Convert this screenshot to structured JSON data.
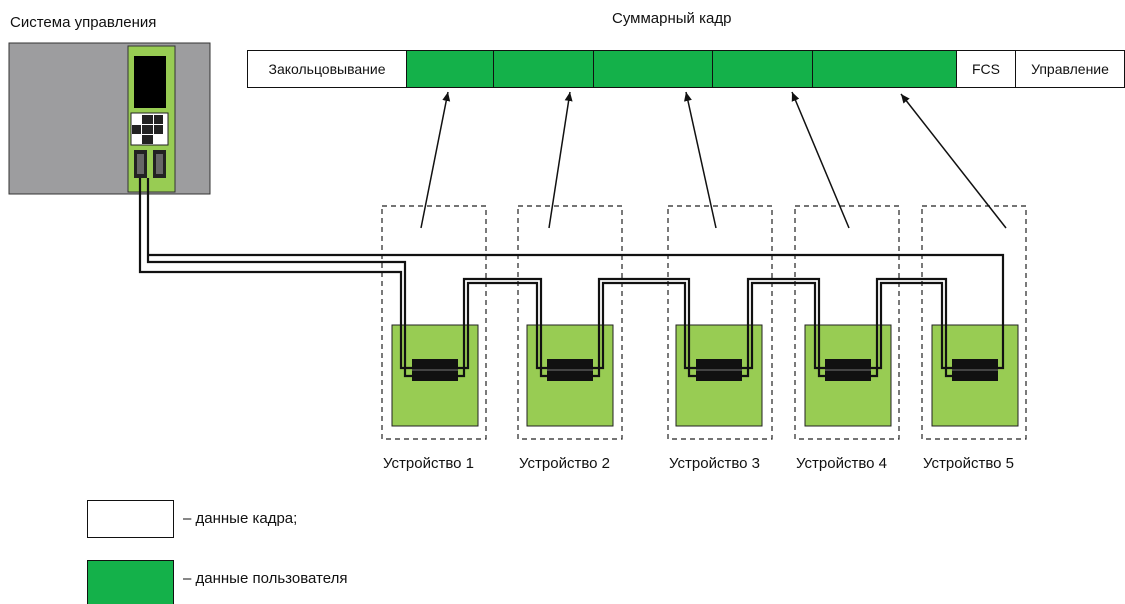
{
  "control_system": {
    "title": "Система управления"
  },
  "summary_frame": {
    "title": "Суммарный кадр",
    "loopback_label": "Закольцовывание",
    "fcs_label": "FCS",
    "control_label": "Управление"
  },
  "devices": [
    {
      "label": "Устройство 1"
    },
    {
      "label": "Устройство 2"
    },
    {
      "label": "Устройство 3"
    },
    {
      "label": "Устройство 4"
    },
    {
      "label": "Устройство 5"
    }
  ],
  "legend": {
    "frame_data": "– данные кадра;",
    "user_data": "– данные пользователя"
  },
  "colors": {
    "user_data_green": "#14b14a",
    "device_green": "#98cc53",
    "controller_grey": "#9d9d9f"
  }
}
